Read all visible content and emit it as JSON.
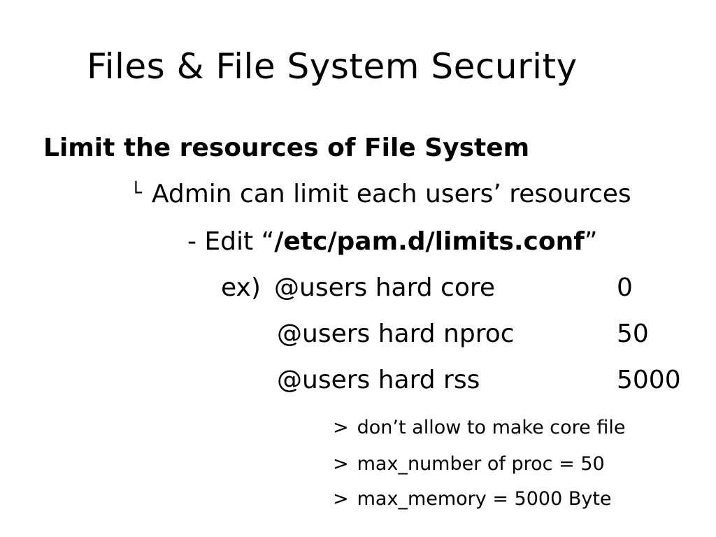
{
  "slide": {
    "title": "Files & File System Security",
    "heading": "Limit the resources of File System",
    "bullet_marker": "└",
    "bullet_text": "Admin can limit each users’ resources",
    "edit_prefix": "- Edit “",
    "edit_path": "/etc/pam.d/limits.conf",
    "edit_suffix": "”",
    "example_label": "ex)",
    "limits": [
      {
        "key": "@users hard core",
        "value": "0"
      },
      {
        "key": "@users hard nproc",
        "value": "50"
      },
      {
        "key": "@users hard rss",
        "value": "5000"
      }
    ],
    "note_marker": ">",
    "notes": [
      "don’t allow to make core file",
      "max_number of proc = 50",
      "max_memory = 5000 Byte"
    ]
  }
}
